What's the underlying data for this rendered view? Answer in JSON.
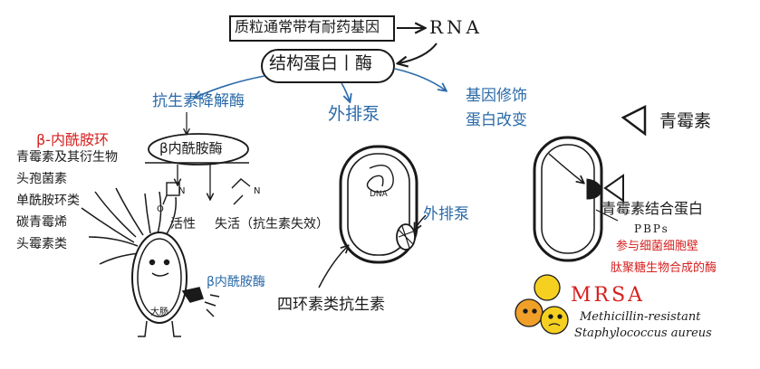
{
  "flow": {
    "plasmid": "质粒通常带有耐药基因",
    "rna": "RNA",
    "protein": "结构蛋白丨酶",
    "enzyme_branch": "抗生素降解酶",
    "efflux_branch": "外排泵",
    "modify_line1": "基因修饰",
    "modify_line2": "蛋白改变"
  },
  "left": {
    "ring_title": "β-内酰胺环",
    "lactamase_box": "β内酰胺酶",
    "drugs": [
      "青霉素及其衍生物",
      "头孢菌素",
      "单酰胺环类",
      "碳青霉烯",
      "头霉素类"
    ],
    "active": "活性",
    "inactive": "失活（抗生素失效）",
    "gun_label": "β内酰胺酶",
    "bacterium": "大肠"
  },
  "middle": {
    "dna": "DNA",
    "efflux": "外排泵",
    "tetracycline": "四环素类抗生素"
  },
  "right": {
    "penicillin": "青霉素",
    "pbp_title": "青霉素结合蛋白",
    "pbp_abbr": "PBPs",
    "pbp_desc1": "参与细菌细胞壁",
    "pbp_desc2": "肽聚糖生物合成的酶",
    "mrsa": "MRSA",
    "mrsa_full1": "Methicillin-resistant",
    "mrsa_full2": "Staphylococcus aureus"
  },
  "colors": {
    "ink": "#1a1a1a",
    "blue": "#2a6aa8",
    "red": "#d62020",
    "orange": "#f0a028",
    "yellow": "#f5d020"
  }
}
